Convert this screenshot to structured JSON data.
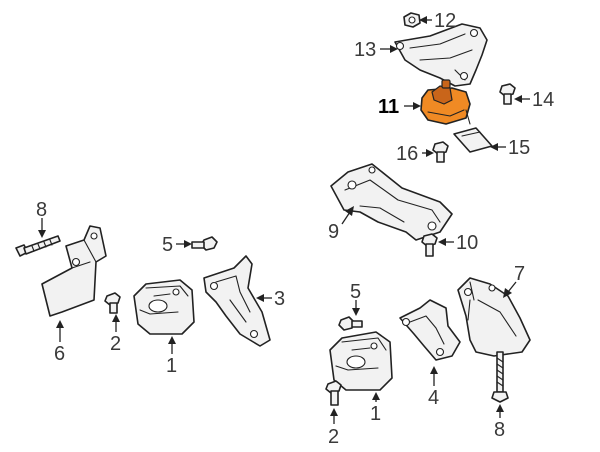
{
  "diagram": {
    "highlight_color": "#f08a24",
    "callouts": [
      {
        "id": "c12",
        "label": "12"
      },
      {
        "id": "c13",
        "label": "13"
      },
      {
        "id": "c11",
        "label": "11"
      },
      {
        "id": "c14",
        "label": "14"
      },
      {
        "id": "c15",
        "label": "15"
      },
      {
        "id": "c16",
        "label": "16"
      },
      {
        "id": "c9",
        "label": "9"
      },
      {
        "id": "c10",
        "label": "10"
      },
      {
        "id": "c8a",
        "label": "8"
      },
      {
        "id": "c5a",
        "label": "5"
      },
      {
        "id": "c3",
        "label": "3"
      },
      {
        "id": "c6",
        "label": "6"
      },
      {
        "id": "c2a",
        "label": "2"
      },
      {
        "id": "c1a",
        "label": "1"
      },
      {
        "id": "c5b",
        "label": "5"
      },
      {
        "id": "c7",
        "label": "7"
      },
      {
        "id": "c4",
        "label": "4"
      },
      {
        "id": "c1b",
        "label": "1"
      },
      {
        "id": "c2b",
        "label": "2"
      },
      {
        "id": "c8b",
        "label": "8"
      }
    ]
  }
}
